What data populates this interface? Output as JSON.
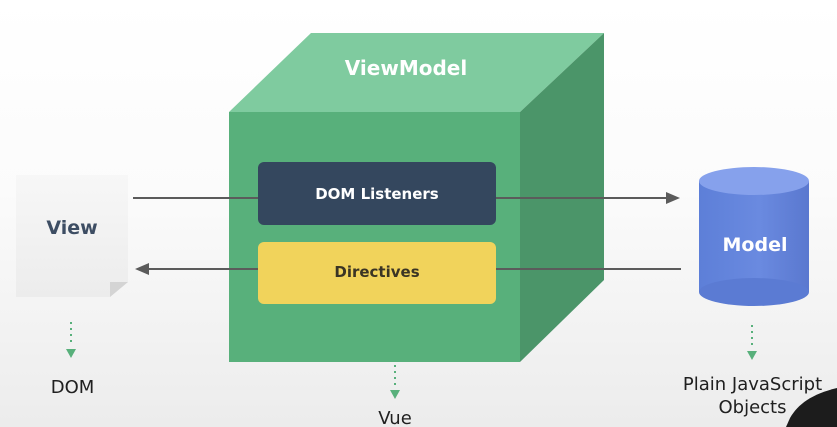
{
  "diagram": {
    "viewmodel_title": "ViewModel",
    "view_label": "View",
    "model_label": "Model",
    "dom_listeners_label": "DOM Listeners",
    "directives_label": "Directives",
    "dom_caption": "DOM",
    "vue_caption": "Vue",
    "plain_objects_caption_line1": "Plain JavaScript",
    "plain_objects_caption_line2": "Objects"
  },
  "colors": {
    "cube_front": "#58b07b",
    "cube_top": "#7fcb9f",
    "cube_side": "#4a9467",
    "listeners_box": "#34475e",
    "directives_box": "#f1d35b",
    "model_cylinder": "#6687e0",
    "dotted_arrow": "#58b07b",
    "flow_arrow": "#5b5b5b"
  }
}
